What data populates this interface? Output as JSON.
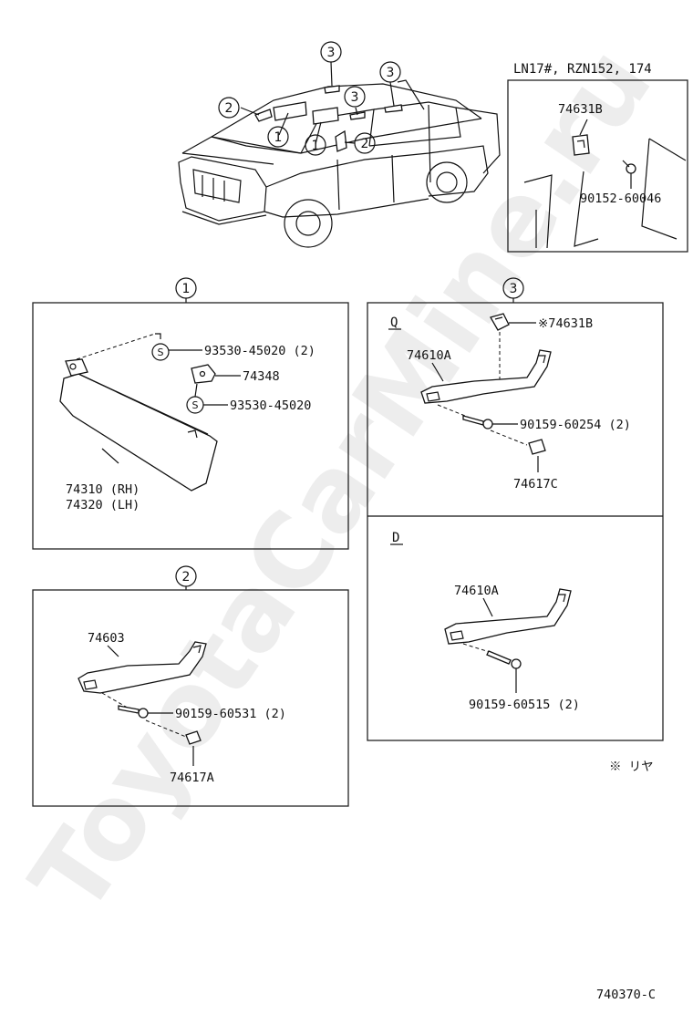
{
  "watermark": "ToyotaCarMine.ru",
  "variant_note": "LN17#, RZN152, 174",
  "callouts": {
    "one": "1",
    "two": "2",
    "three": "3",
    "s": "S"
  },
  "inset": {
    "clip": "74631B",
    "screw": "90152-60046"
  },
  "panel1": {
    "bolt_top": "93530-45020 (2)",
    "bracket": "74348",
    "bolt_bottom": "93530-45020",
    "visor_rh": "74310 (RH)",
    "visor_lh": "74320 (LH)"
  },
  "panel2": {
    "grip": "74603",
    "screw": "90159-60531 (2)",
    "cap": "74617A"
  },
  "panel3q": {
    "tag": "Q",
    "clip": "※74631B",
    "grip": "74610A",
    "screw": "90159-60254 (2)",
    "cap": "74617C"
  },
  "panel3d": {
    "tag": "D",
    "grip": "74610A",
    "screw": "90159-60515 (2)"
  },
  "footnote": "※ リヤ",
  "diagram_code": "740370-C"
}
